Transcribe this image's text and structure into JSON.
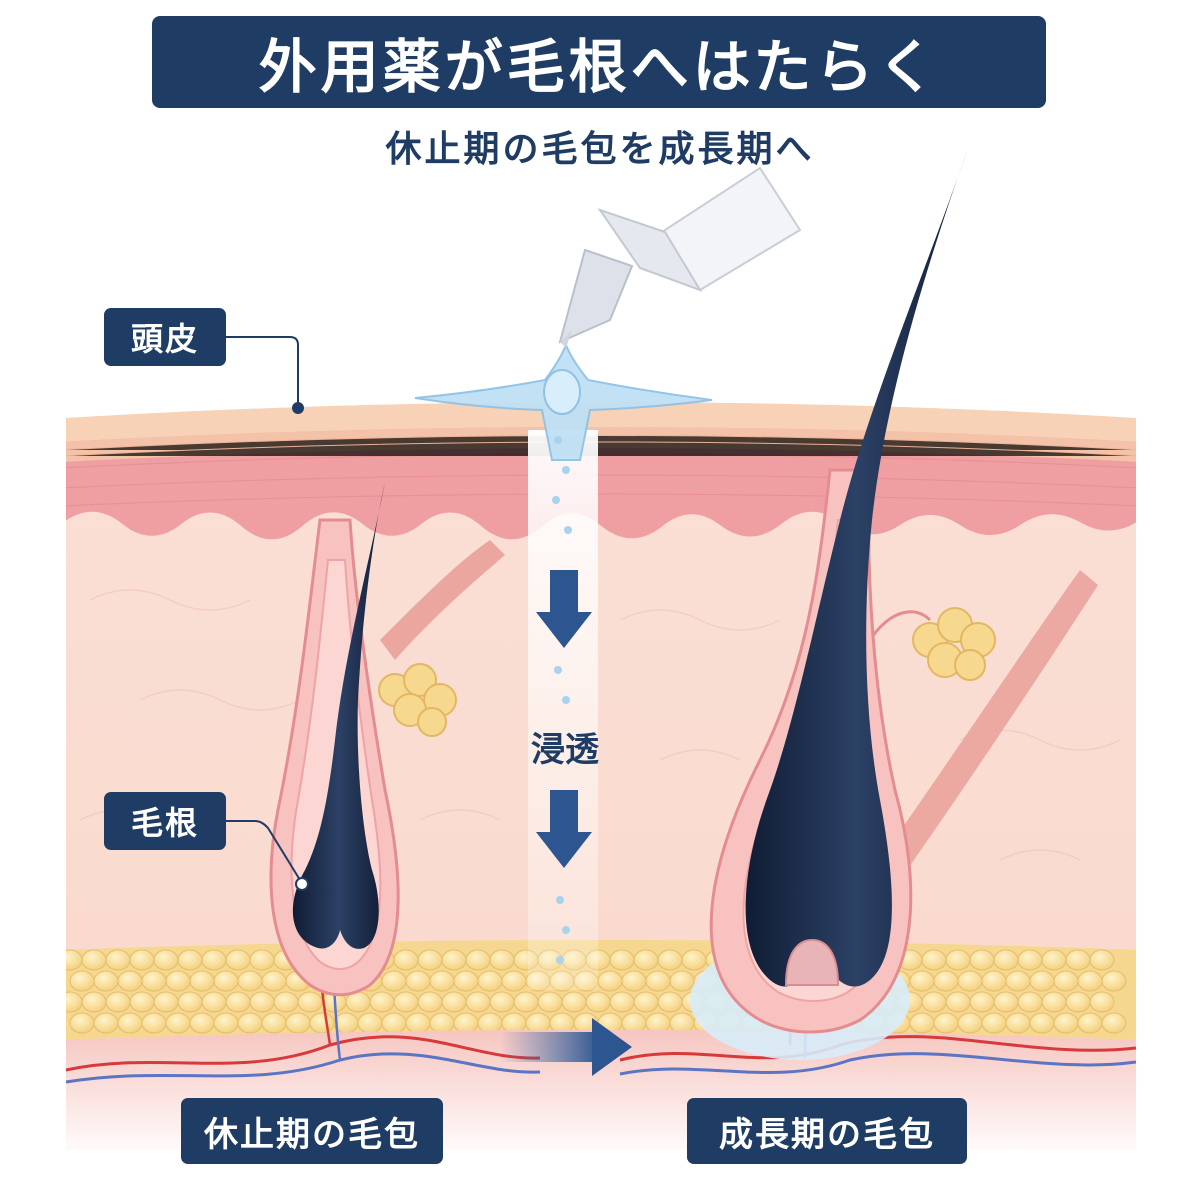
{
  "title": "外用薬が毛根へはたらく",
  "subtitle": "休止期の毛包を成長期へ",
  "labels": {
    "scalp": "頭皮",
    "hair_root": "毛根",
    "penetration": "浸透",
    "resting_follicle": "休止期の毛包",
    "growing_follicle": "成長期の毛包"
  },
  "colors": {
    "navy": "#1f3c64",
    "skin_surface": "#f7d6bf",
    "epidermis": "#ef9fa2",
    "dermis": "#fbe4dc",
    "fat": "#f7d98e",
    "hair": "#233450",
    "medicine": "#bfe0f5",
    "artery": "#d63a3a",
    "vein": "#5b74c4"
  }
}
